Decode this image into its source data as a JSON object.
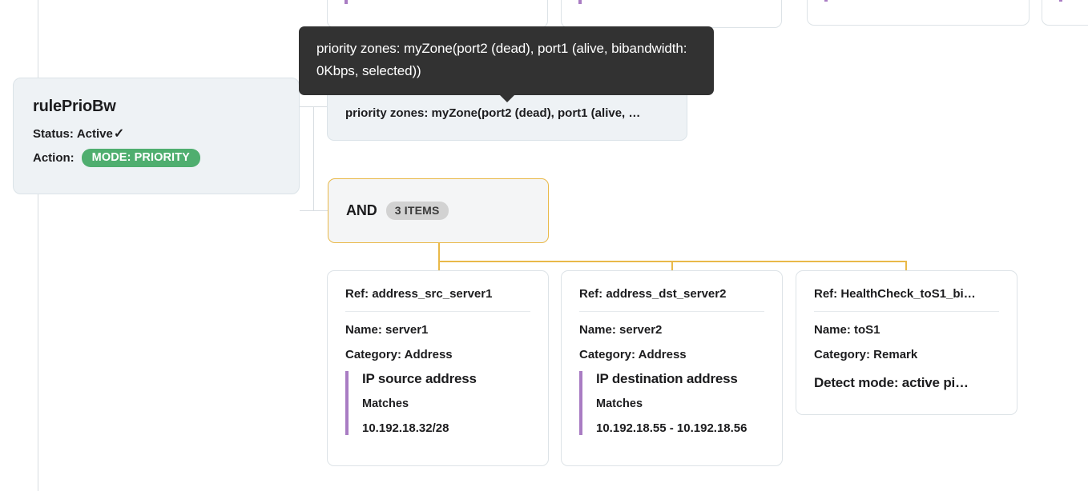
{
  "rule": {
    "title": "rulePrioBw",
    "status_label": "Status:",
    "status_value": "Active",
    "status_icon": "check-icon",
    "action_label": "Action:",
    "action_badge": "MODE: PRIORITY",
    "accent_green": "#4fae6f"
  },
  "tooltip": {
    "text": "priority zones: myZone(port2 (dead), port1 (alive, bibandwidth: 0Kbps, selected))",
    "background": "#323232"
  },
  "zone_node": {
    "text": "priority zones: myZone(port2 (dead), port1 (alive, …"
  },
  "and_node": {
    "operator": "AND",
    "items_badge": "3 ITEMS",
    "border_color": "#e9b949"
  },
  "leaves": [
    {
      "ref": "Ref: address_src_server1",
      "name": "Name: server1",
      "category": "Category: Address",
      "detail_title": "IP source address",
      "detail_op": "Matches",
      "detail_value": "10.192.18.32/28",
      "accent": "#a97cc3"
    },
    {
      "ref": "Ref: address_dst_server2",
      "name": "Name: server2",
      "category": "Category: Address",
      "detail_title": "IP destination address",
      "detail_op": "Matches",
      "detail_value": "10.192.18.55 - 10.192.18.56",
      "accent": "#a97cc3"
    },
    {
      "ref": "Ref: HealthCheck_toS1_bi…",
      "name": "Name: toS1",
      "category": "Category: Remark",
      "plain": "Detect mode: active pi…"
    }
  ],
  "colors": {
    "connector": "#d8dde1",
    "connector_orange": "#e9b949",
    "card_bg": "#eef2f5",
    "card_border": "#dde3e7"
  }
}
